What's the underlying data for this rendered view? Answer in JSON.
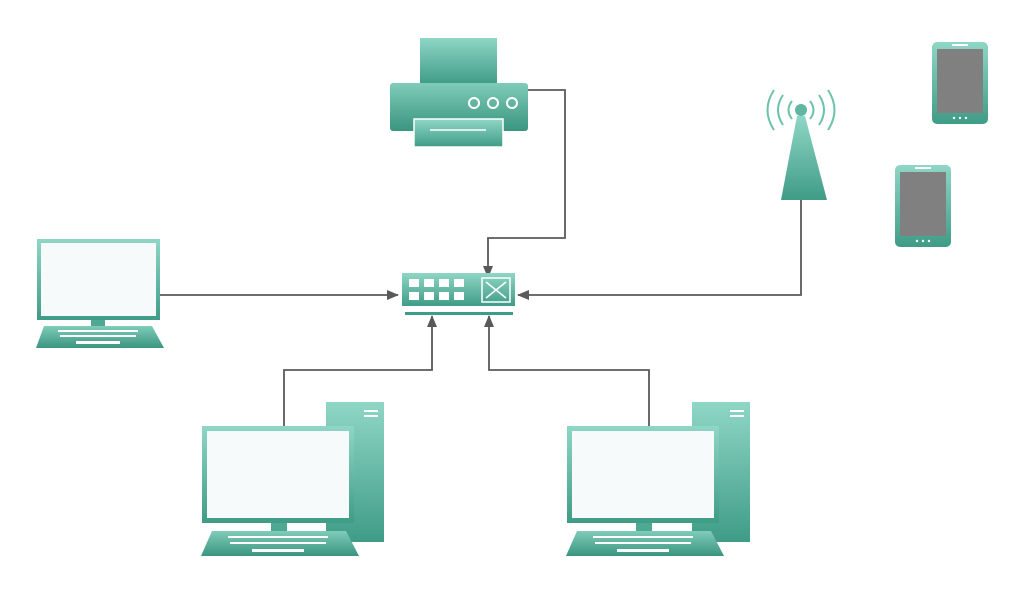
{
  "colors": {
    "teal_light": "#8fd6c6",
    "teal_dark": "#3f9c86",
    "screen": "#f7fafa",
    "connector": "#595959",
    "tablet_screen": "#808080"
  },
  "nodes": [
    {
      "id": "printer",
      "icon": "printer-icon"
    },
    {
      "id": "switch",
      "icon": "network-switch-icon"
    },
    {
      "id": "wireless-tower",
      "icon": "wireless-tower-icon"
    },
    {
      "id": "laptop",
      "icon": "laptop-icon"
    },
    {
      "id": "desktop-left",
      "icon": "desktop-computer-icon"
    },
    {
      "id": "desktop-right",
      "icon": "desktop-computer-icon"
    },
    {
      "id": "tablet-top",
      "icon": "tablet-icon"
    },
    {
      "id": "tablet-bottom",
      "icon": "tablet-icon"
    }
  ],
  "connections": [
    {
      "from": "printer",
      "to": "switch"
    },
    {
      "from": "laptop",
      "to": "switch"
    },
    {
      "from": "wireless-tower",
      "to": "switch"
    },
    {
      "from": "desktop-left",
      "to": "switch"
    },
    {
      "from": "desktop-right",
      "to": "switch"
    }
  ]
}
